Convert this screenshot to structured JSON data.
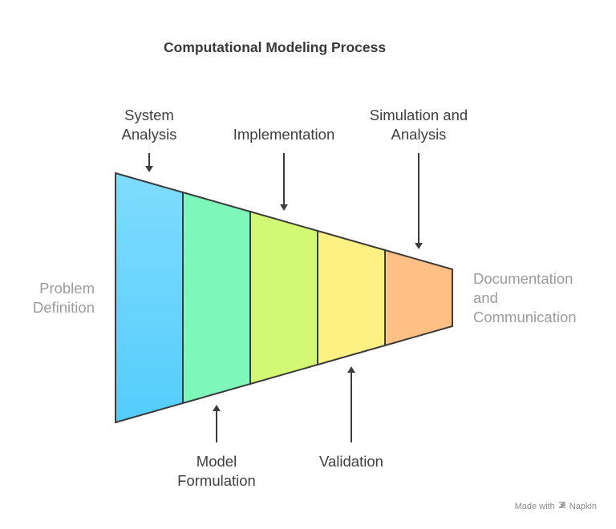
{
  "title": "Computational Modeling Process",
  "labels": {
    "problem_definition": [
      "Problem",
      "Definition"
    ],
    "system_analysis": [
      "System",
      "Analysis"
    ],
    "model_formulation": [
      "Model",
      "Formulation"
    ],
    "implementation": [
      "Implementation"
    ],
    "validation": [
      "Validation"
    ],
    "simulation_analysis": [
      "Simulation and",
      "Analysis"
    ],
    "documentation": [
      "Documentation",
      "and",
      "Communication"
    ]
  },
  "segment_colors": [
    "#5fd0fb",
    "#7ef7bb",
    "#d3f873",
    "#fef183",
    "#ffc085"
  ],
  "footer": {
    "made_with": "Made with",
    "brand": "Napkin",
    "brand_icon": "napkin-logo-icon"
  }
}
